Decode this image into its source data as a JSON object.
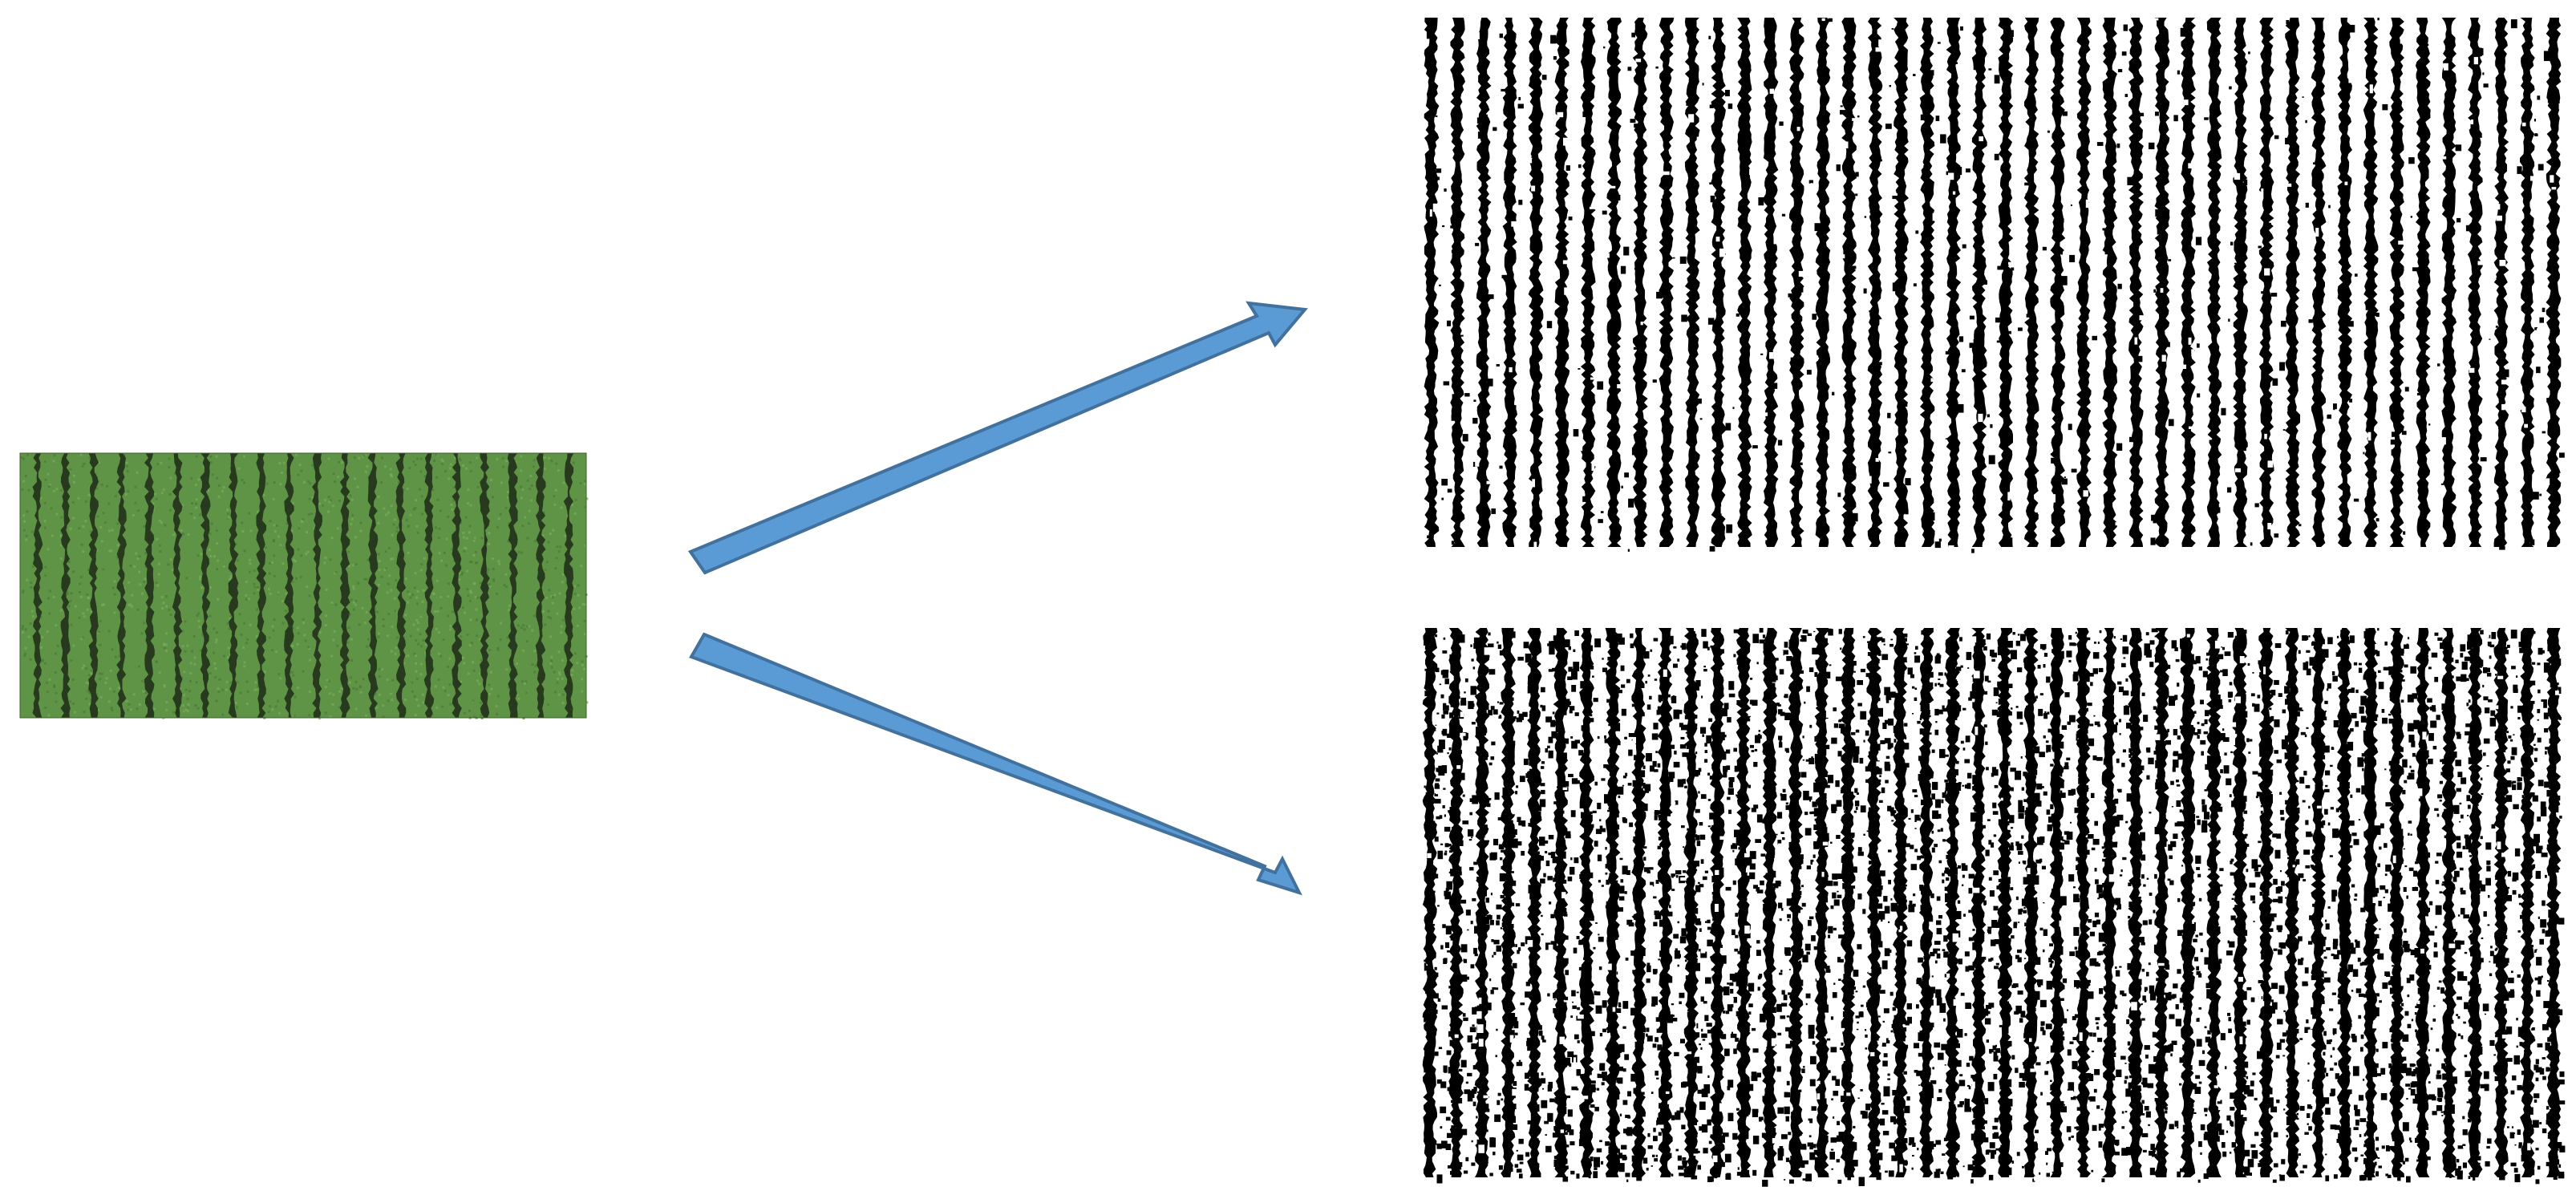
{
  "diagram": {
    "source_image": {
      "kind": "green crop-row aerial image",
      "background_color": "#5f9446",
      "row_color": "#1f2a17",
      "row_count": 20
    },
    "arrows": {
      "fill_color": "#5b9bd5",
      "stroke_color": "#41719c",
      "count": 2
    },
    "outputs": [
      {
        "kind": "binary stripe image, clean",
        "background_color": "#ffffff",
        "stripe_color": "#000000",
        "stripe_count": 44,
        "speckle_density": 0.05
      },
      {
        "kind": "binary stripe image, noisy",
        "background_color": "#ffffff",
        "stripe_color": "#000000",
        "stripe_count": 44,
        "speckle_density": 0.55
      }
    ]
  }
}
